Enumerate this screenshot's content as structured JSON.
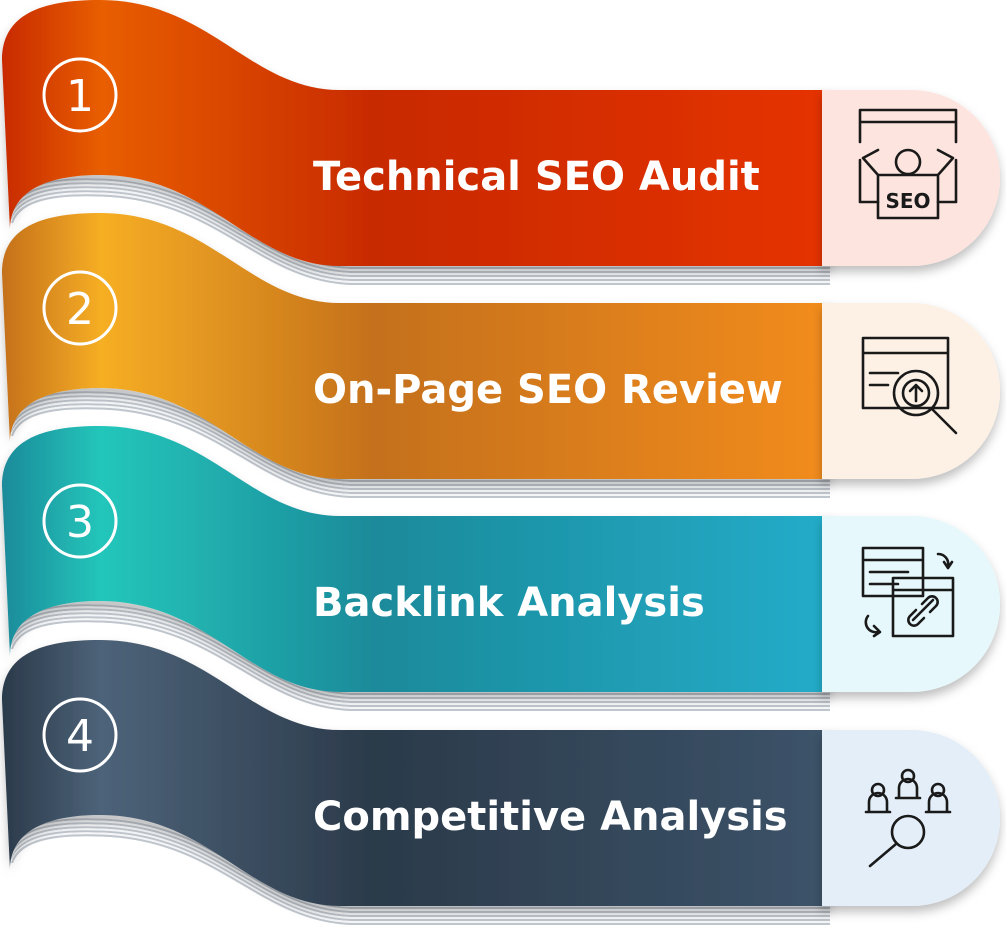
{
  "steps": [
    {
      "number": "1",
      "label": "Technical SEO Audit",
      "icon": "seo-box-gear-icon",
      "colors": [
        "#e85e00",
        "#c82a00",
        "#e53200"
      ],
      "cap": "#fde4de"
    },
    {
      "number": "2",
      "label": "On-Page SEO Review",
      "icon": "browser-click-search-icon",
      "colors": [
        "#f6ae22",
        "#c4701d",
        "#f28c1f"
      ],
      "cap": "#fdf1e6"
    },
    {
      "number": "3",
      "label": "Backlink Analysis",
      "icon": "linked-pages-icon",
      "colors": [
        "#22c6ba",
        "#1d8a9a",
        "#22acc9"
      ],
      "cap": "#e6f8fb"
    },
    {
      "number": "4",
      "label": "Competitive Analysis",
      "icon": "competitor-search-icon",
      "colors": [
        "#4d6379",
        "#2b3a4a",
        "#3c5369"
      ],
      "cap": "#e3eef8"
    }
  ]
}
